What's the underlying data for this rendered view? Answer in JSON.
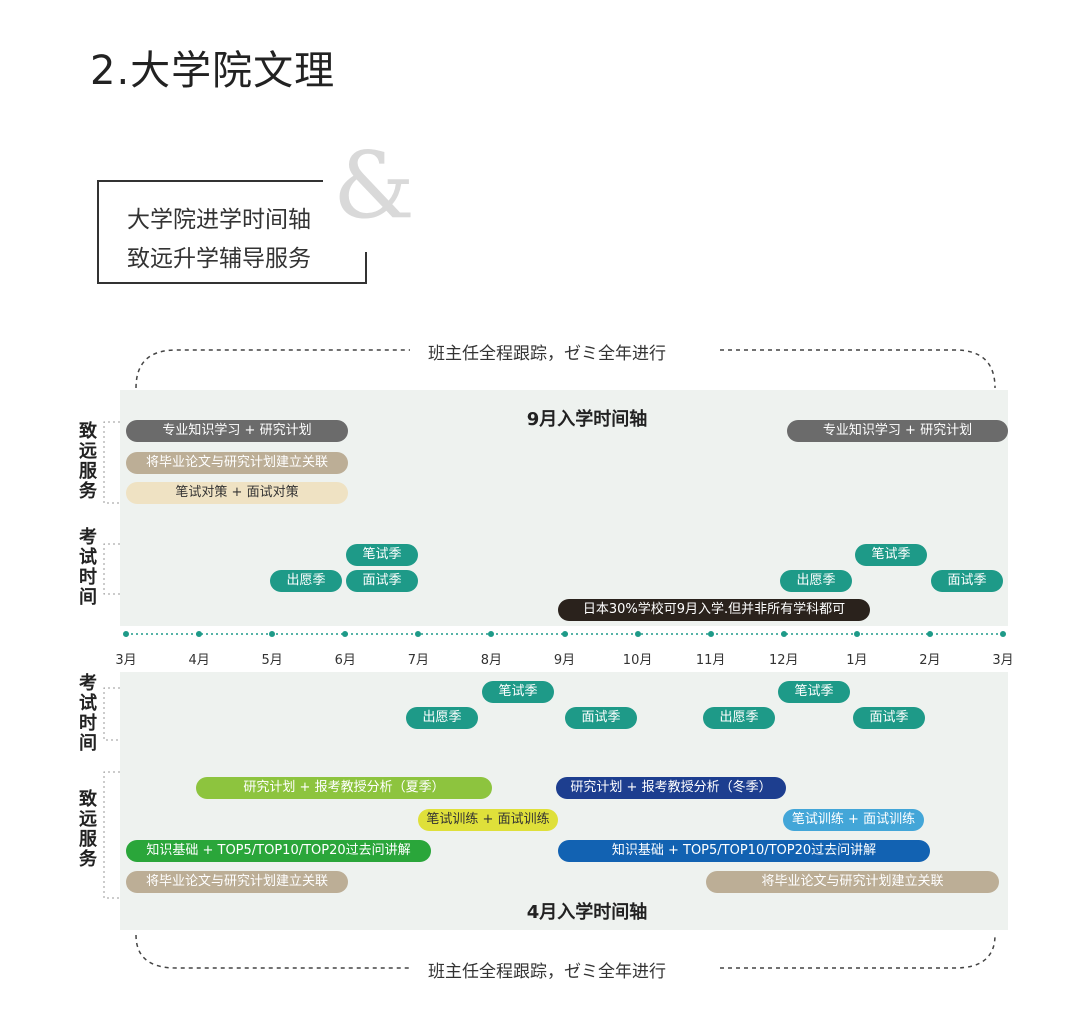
{
  "page_title": "2.大学院文理",
  "intro_box": {
    "line1": "大学院进学时间轴",
    "line2": "致远升学辅导服务",
    "amp": "&"
  },
  "border_caption": "班主任全程跟踪，ゼミ全年进行",
  "sep_title": "9月入学时间轴",
  "apr_title": "4月入学时间轴",
  "labels": {
    "service": "致远服务",
    "exam": "考试时间"
  },
  "months": [
    "3月",
    "4月",
    "5月",
    "6月",
    "7月",
    "8月",
    "9月",
    "10月",
    "11月",
    "12月",
    "1月",
    "2月",
    "3月"
  ],
  "colors": {
    "teal": "#1e9a88",
    "gray": "#6b6b6b",
    "tan": "#bcae96",
    "cream": "#efe2c3",
    "black": "#2a221c",
    "lime": "#8dc43e",
    "yellow": "#dfe03a",
    "navy": "#1d3e8f",
    "blue": "#1262b2",
    "green": "#2aa63a",
    "sky": "#43a6d8",
    "panel": "#eef2ef"
  },
  "pills": [
    {
      "text": "专业知识学习 + 研究计划",
      "color": "gray"
    },
    {
      "text": "将毕业论文与研究计划建立关联",
      "color": "tan"
    },
    {
      "text": "笔试对策 + 面试对策",
      "color": "cream"
    },
    {
      "text": "专业知识学习 + 研究计划",
      "color": "gray"
    },
    {
      "text": "笔试季",
      "color": "teal"
    },
    {
      "text": "出愿季",
      "color": "teal"
    },
    {
      "text": "面试季",
      "color": "teal"
    },
    {
      "text": "笔试季",
      "color": "teal"
    },
    {
      "text": "出愿季",
      "color": "teal"
    },
    {
      "text": "面试季",
      "color": "teal"
    },
    {
      "text": "日本30%学校可9月入学.但并非所有学科都可",
      "color": "black"
    },
    {
      "text": "笔试季",
      "color": "teal"
    },
    {
      "text": "出愿季",
      "color": "teal"
    },
    {
      "text": "面试季",
      "color": "teal"
    },
    {
      "text": "笔试季",
      "color": "teal"
    },
    {
      "text": "出愿季",
      "color": "teal"
    },
    {
      "text": "面试季",
      "color": "teal"
    },
    {
      "text": "研究计划 + 报考教授分析（夏季）",
      "color": "lime"
    },
    {
      "text": "研究计划 + 报考教授分析（冬季）",
      "color": "navy"
    },
    {
      "text": "笔试训练 + 面试训练",
      "color": "yellow"
    },
    {
      "text": "笔试训练 + 面试训练",
      "color": "sky"
    },
    {
      "text": "知识基础 + TOP5/TOP10/TOP20过去问讲解",
      "color": "green"
    },
    {
      "text": "知识基础 + TOP5/TOP10/TOP20过去问讲解",
      "color": "blue"
    },
    {
      "text": "将毕业论文与研究计划建立关联",
      "color": "tan"
    },
    {
      "text": "将毕业论文与研究计划建立关联",
      "color": "tan"
    }
  ]
}
